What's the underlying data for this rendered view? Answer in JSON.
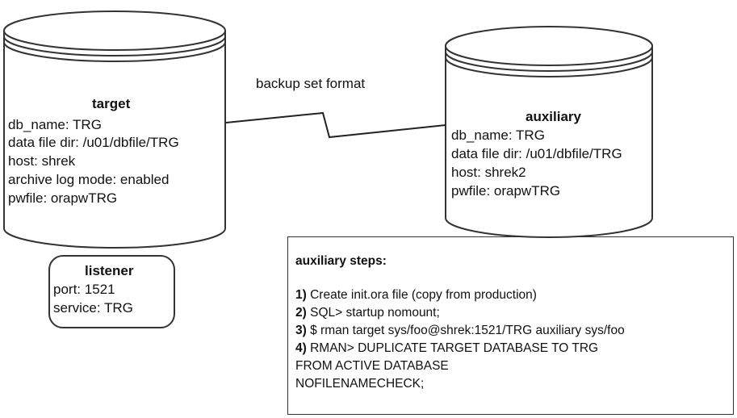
{
  "link": {
    "label": "backup set format"
  },
  "target": {
    "title": "target",
    "lines": [
      "db_name: TRG",
      "data file dir: /u01/dbfile/TRG",
      "host: shrek",
      "archive log mode: enabled",
      "pwfile: orapwTRG"
    ]
  },
  "auxiliary": {
    "title": "auxiliary",
    "lines": [
      "db_name: TRG",
      "data file dir: /u01/dbfile/TRG",
      "host: shrek2",
      "pwfile: orapwTRG"
    ]
  },
  "listener": {
    "title": "listener",
    "lines": [
      "port: 1521",
      "service: TRG"
    ]
  },
  "steps": {
    "title": "auxiliary steps:",
    "items": [
      {
        "num": "1)",
        "text": " Create init.ora file (copy from production)"
      },
      {
        "num": "2)",
        "text": " SQL> startup nomount;"
      },
      {
        "num": "3)",
        "text": " $ rman target sys/foo@shrek:1521/TRG  auxiliary sys/foo"
      },
      {
        "num": "4)",
        "text": " RMAN> DUPLICATE TARGET DATABASE TO TRG"
      }
    ],
    "continuation": [
      "FROM ACTIVE DATABASE",
      "NOFILENAMECHECK;"
    ]
  }
}
